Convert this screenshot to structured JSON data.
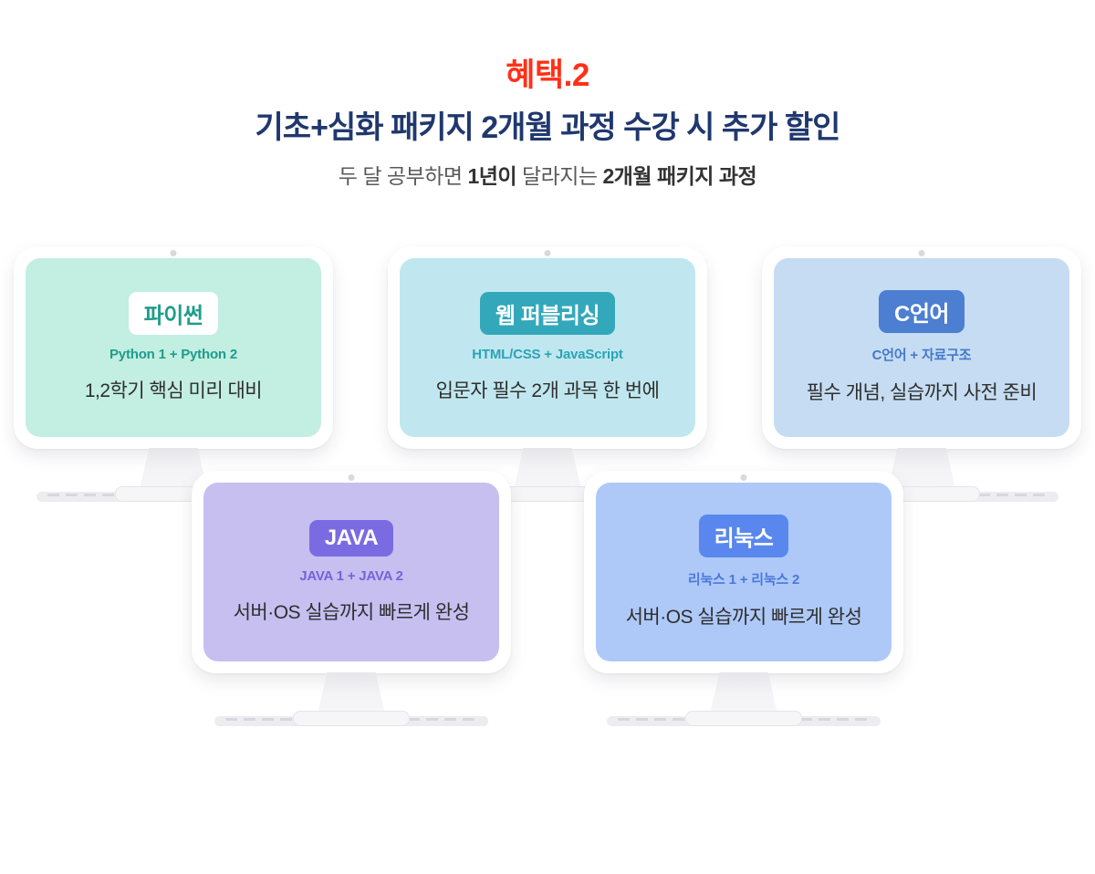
{
  "header": {
    "benefit_label": "혜택.2",
    "title": "기초+심화 패키지 2개월 과정 수강 시 추가 할인",
    "subtitle": {
      "part1": "두 달 공부하면 ",
      "part2": "1년이",
      "part3": " 달라지는 ",
      "part4": "2개월 패키지 과정"
    }
  },
  "colors": {
    "benefit_red": "#FF3118",
    "title_navy": "#20386E",
    "subtitle_gray": "#595959",
    "description_dark": "#2E2E2E"
  },
  "cards": [
    {
      "badge": "파이썬",
      "courses": "Python 1 + Python 2",
      "description": "1,2학기 핵심 미리 대비",
      "screen_color": "#C3EEE2",
      "accent_color": "#1D9D8B",
      "badge_bg": "#FFFFFF",
      "badge_text_color": "#1D9D8B"
    },
    {
      "badge": "웹 퍼블리싱",
      "courses": "HTML/CSS + JavaScript",
      "description": "입문자 필수 2개 과목 한 번에",
      "screen_color": "#C0E7EF",
      "accent_color": "#2AA4B6",
      "badge_bg": "#33A8BB",
      "badge_text_color": "#FFFFFF"
    },
    {
      "badge": "C언어",
      "courses": "C언어 + 자료구조",
      "description": "필수 개념, 실습까지 사전 준비",
      "screen_color": "#C5DCF2",
      "accent_color": "#4579C9",
      "badge_bg": "#4C7ED2",
      "badge_text_color": "#FFFFFF"
    },
    {
      "badge": "JAVA",
      "courses": "JAVA 1 + JAVA 2",
      "description": "서버·OS 실습까지 빠르게 완성",
      "screen_color": "#C6BFF0",
      "accent_color": "#7263DB",
      "badge_bg": "#7A6BE2",
      "badge_text_color": "#FFFFFF"
    },
    {
      "badge": "리눅스",
      "courses": "리눅스 1 + 리눅스 2",
      "description": "서버·OS 실습까지 빠르게 완성",
      "screen_color": "#AEC9F8",
      "accent_color": "#4A78DB",
      "badge_bg": "#5A87EE",
      "badge_text_color": "#FFFFFF"
    }
  ]
}
